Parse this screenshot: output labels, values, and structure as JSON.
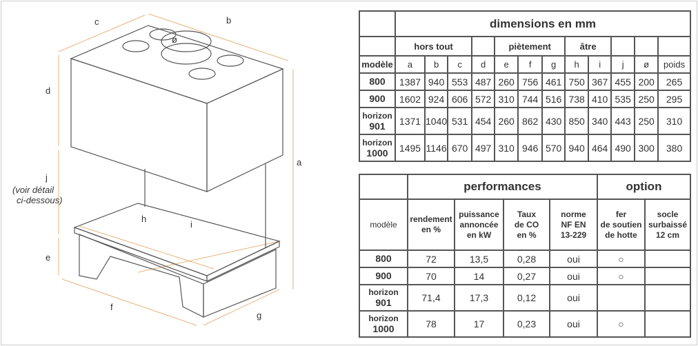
{
  "drawing": {
    "labels": {
      "a": "a",
      "b": "b",
      "c": "c",
      "d": "d",
      "e": "e",
      "f": "f",
      "g": "g",
      "h": "h",
      "i": "i",
      "j": "j",
      "phi": "ø"
    },
    "detail_note_1": "(voir détail",
    "detail_note_2": "ci-dessous)"
  },
  "dimensions": {
    "title": "dimensions en mm",
    "groups": {
      "hors_tout": "hors tout",
      "pietement": "piètement",
      "atre": "âtre"
    },
    "columns": [
      "modèle",
      "a",
      "b",
      "c",
      "d",
      "e",
      "f",
      "g",
      "h",
      "i",
      "j",
      "ø",
      "poids"
    ],
    "rows": [
      {
        "model_1": "800",
        "model_2": "",
        "values": [
          "1387",
          "940",
          "553",
          "487",
          "260",
          "756",
          "461",
          "750",
          "367",
          "455",
          "200",
          "265"
        ]
      },
      {
        "model_1": "900",
        "model_2": "",
        "values": [
          "1602",
          "924",
          "606",
          "572",
          "310",
          "744",
          "516",
          "738",
          "410",
          "535",
          "250",
          "295"
        ]
      },
      {
        "model_1": "horizon",
        "model_2": "901",
        "values": [
          "1371",
          "1040",
          "531",
          "454",
          "260",
          "862",
          "430",
          "850",
          "340",
          "443",
          "250",
          "310"
        ]
      },
      {
        "model_1": "horizon",
        "model_2": "1000",
        "values": [
          "1495",
          "1146",
          "670",
          "497",
          "310",
          "946",
          "570",
          "940",
          "464",
          "490",
          "300",
          "380"
        ]
      }
    ]
  },
  "performances": {
    "title": "performances",
    "option_title": "option",
    "columns": [
      [
        "modèle"
      ],
      [
        "rendement",
        "en %"
      ],
      [
        "puissance",
        "annoncée",
        "en kW"
      ],
      [
        "Taux",
        "de CO",
        "en %"
      ],
      [
        "norme",
        "NF EN",
        "13-229"
      ],
      [
        "fer",
        "de soutien",
        "de hotte"
      ],
      [
        "socle",
        "surbaissé",
        "12 cm"
      ]
    ],
    "rows": [
      {
        "model_1": "800",
        "model_2": "",
        "values": [
          "72",
          "13,5",
          "0,28",
          "oui",
          "○",
          ""
        ]
      },
      {
        "model_1": "900",
        "model_2": "",
        "values": [
          "70",
          "14",
          "0,27",
          "oui",
          "○",
          ""
        ]
      },
      {
        "model_1": "horizon",
        "model_2": "901",
        "values": [
          "71,4",
          "17,3",
          "0,12",
          "oui",
          "",
          ""
        ]
      },
      {
        "model_1": "horizon",
        "model_2": "1000",
        "values": [
          "78",
          "17",
          "0,23",
          "oui",
          "○",
          ""
        ]
      }
    ]
  }
}
